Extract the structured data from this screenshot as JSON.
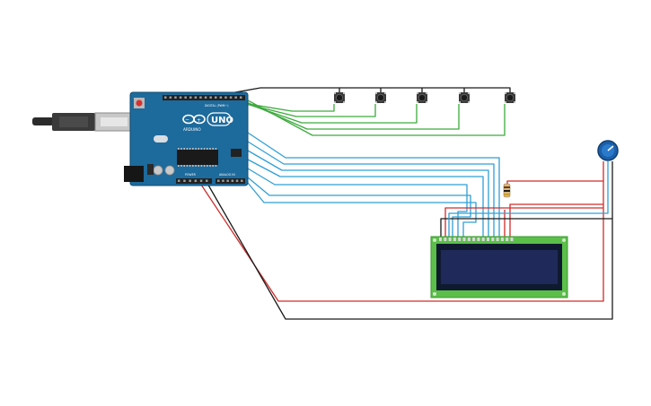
{
  "board": {
    "brand": "ARDUINO",
    "model": "UNO",
    "section_digital": "DIGITAL (PWM~)",
    "section_power": "POWER",
    "section_analog": "ANALOG IN"
  },
  "buttons": {
    "count": 5
  },
  "lcd": {
    "columns": 16,
    "rows": 2
  },
  "colors": {
    "board": "#1d6a9c",
    "board_dark": "#124a70",
    "wire_gnd": "#1a1a1a",
    "wire_vcc": "#d22a2a",
    "wire_button": "#3daa3d",
    "wire_lcd": "#2f9fd6",
    "lcd_pcb": "#5bbf4a",
    "lcd_screen": "#1f2a5a",
    "pot_body": "#1b5fa8"
  },
  "icons": {
    "usb": "usb-connector-icon",
    "button": "pushbutton-icon",
    "pot": "potentiometer-icon",
    "resistor": "resistor-icon"
  }
}
